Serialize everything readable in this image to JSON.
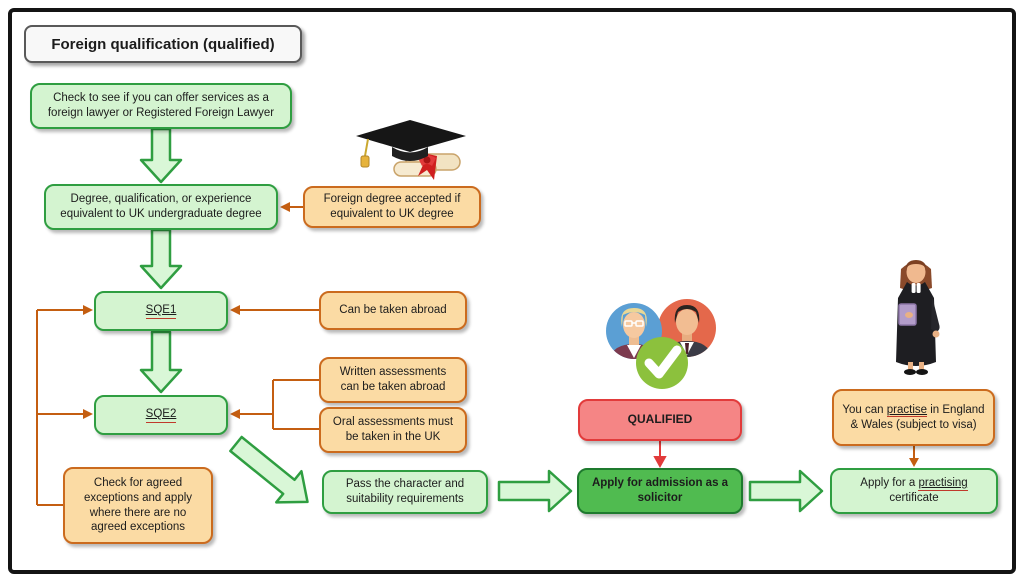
{
  "title": "Foreign qualification (qualified)",
  "flow": {
    "check_services": "Check to see if you can offer services as a foreign lawyer or Registered Foreign Lawyer",
    "degree": "Degree, qualification, or experience equivalent to UK undergraduate degree",
    "sqe1": "SQE1",
    "sqe2": "SQE2",
    "pass_character": "Pass the character and suitability requirements",
    "qualified": "QUALIFIED",
    "apply_admission": "Apply for admission as a solicitor",
    "practising_certificate": {
      "pre": "Apply for a ",
      "link": "practising",
      "post": " certificate"
    }
  },
  "notes": {
    "foreign_degree": "Foreign degree accepted if equivalent to UK degree",
    "can_be_taken_abroad": "Can be taken abroad",
    "written_assessments": "Written assessments can be taken abroad",
    "oral_assessments": "Oral assessments must be taken in the UK",
    "agreed_exceptions": "Check for agreed exceptions and apply where there are no agreed exceptions",
    "practise": {
      "pre": "You can ",
      "link": "practise",
      "post": " in England & Wales (subject to visa)"
    }
  },
  "icons": {
    "graduation_cap": "graduation-cap-with-diploma",
    "qualified_people": "two-person-avatars-with-checkmark",
    "lawyer": "female-lawyer-in-court-robe"
  },
  "colors": {
    "green_fill": "#d4f4d0",
    "green_border": "#2f9e41",
    "dark_green_fill": "#50bb50",
    "dark_green_border": "#1e7a2e",
    "orange_fill": "#fbdba4",
    "orange_border": "#cb6b1e",
    "red_fill": "#f58585",
    "red_border": "#e23b3b",
    "connector_orange": "#c45e11",
    "connector_red": "#e23b3b"
  }
}
